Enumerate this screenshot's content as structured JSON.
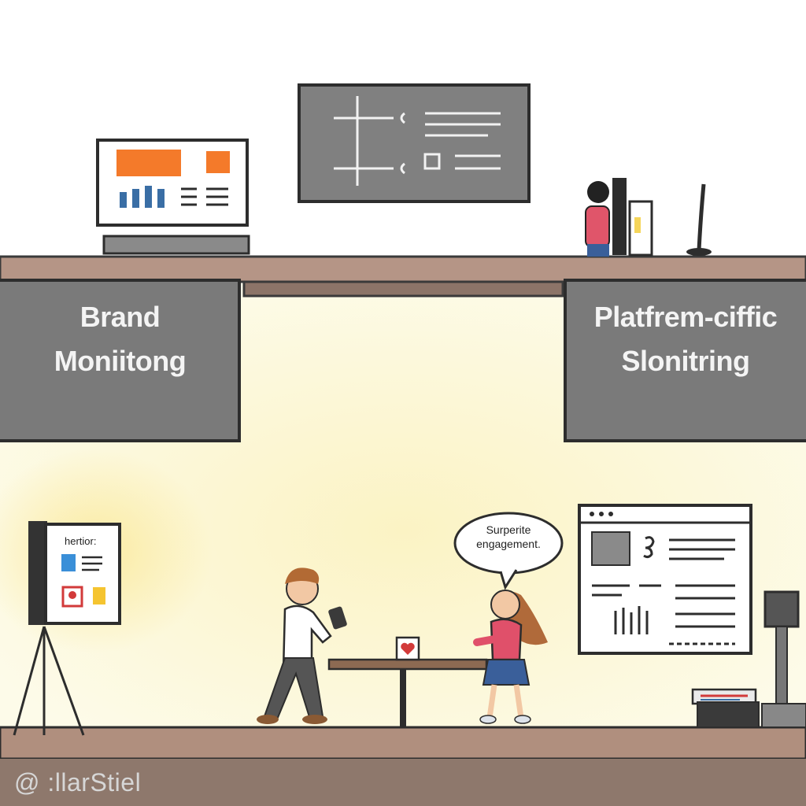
{
  "panels": {
    "left": {
      "line1": "Brand",
      "line2": "Moniitong"
    },
    "right": {
      "line1": "Platfrem-ciffic",
      "line2": "Slonitring"
    }
  },
  "speech_bubble": {
    "line1": "Surperite",
    "line2": "engagement."
  },
  "poster": {
    "label": "hertior:"
  },
  "watermark": "@ :llarStiel",
  "colors": {
    "panel_gray": "#7a7a7a",
    "shelf_brown": "#b08f7e",
    "floor_brown": "#a88a7a",
    "accent_orange": "#f47a2a",
    "glow_yellow": "#fbf1b0"
  },
  "icons": [
    "monitor-dashboard-icon",
    "diagram-board-icon",
    "phone-icon",
    "heart-icon",
    "lamp-icon"
  ]
}
